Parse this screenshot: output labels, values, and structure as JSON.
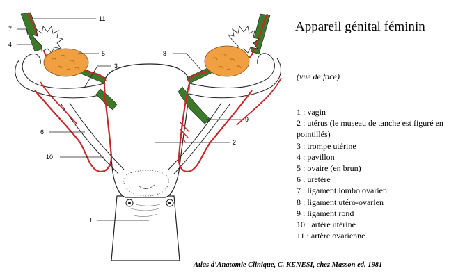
{
  "title": "Appareil génital féminin",
  "subtitle": "(vue de face)",
  "legend": [
    "1 : vagin",
    "2 : utérus (le museau de tanche est figuré en pointillés)",
    "3 : trompe utérine",
    "4 : pavillon",
    "5 : ovaire (en brun)",
    "6 : uretère",
    "7 : ligament lombo ovarien",
    "8 : ligament utéro-ovarien",
    "9 : ligament rond",
    "10 : artère utérine",
    "11 : artère ovarienne"
  ],
  "diagram_labels": [
    "11",
    "7",
    "4",
    "5",
    "3",
    "8",
    "6",
    "9",
    "10",
    "2",
    "1"
  ],
  "credit": "Atlas d’Anatomie Clinique, C. KENESI, chez Masson ed. 1981",
  "colors": {
    "ovary": "#f0a040",
    "ovary_spots": "#c87020",
    "ligament": "#3a7a28",
    "artery": "#c8282a",
    "outline": "#222222"
  }
}
